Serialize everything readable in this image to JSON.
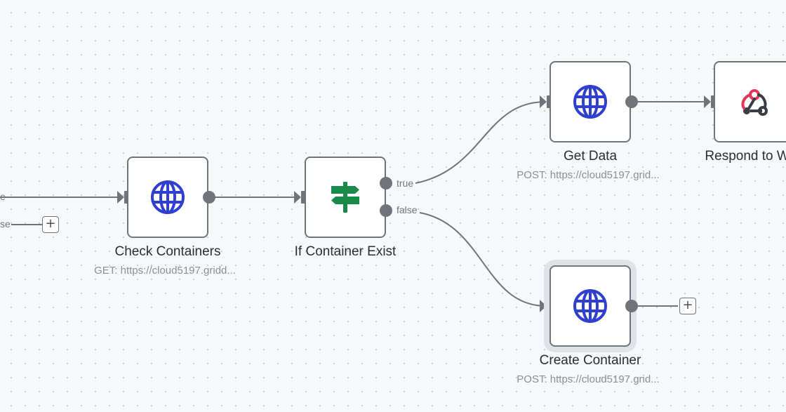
{
  "workflow": {
    "partial_labels": {
      "true_left": "e",
      "false_left": "se"
    },
    "nodes": {
      "check_containers": {
        "title": "Check Containers",
        "subtitle": "GET: https://cloud5197.gridd...",
        "icon": "globe-icon"
      },
      "if_container_exist": {
        "title": "If Container Exist",
        "icon": "signpost-icon",
        "branches": {
          "true_label": "true",
          "false_label": "false"
        }
      },
      "get_data": {
        "title": "Get Data",
        "subtitle": "POST: https://cloud5197.grid...",
        "icon": "globe-icon"
      },
      "respond_to_webhook": {
        "title": "Respond to Web",
        "icon": "webhook-icon"
      },
      "create_container": {
        "title": "Create Container",
        "subtitle": "POST: https://cloud5197.grid...",
        "icon": "globe-icon"
      }
    },
    "add_button_symbol": "+",
    "colors": {
      "globe": "#2f3fcf",
      "signpost": "#1a8a4a",
      "webhook_red": "#e8335a",
      "webhook_dark": "#3a3d44",
      "edge": "#6f737a"
    }
  }
}
